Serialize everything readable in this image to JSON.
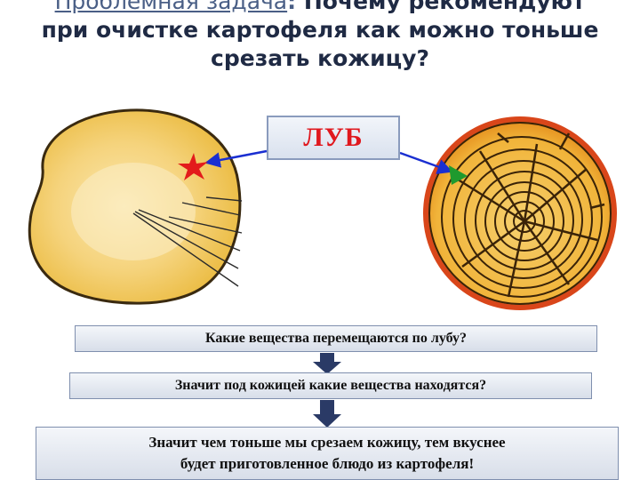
{
  "title": {
    "lead": "Проблемная задача",
    "colon": ":",
    "question_line1": " Почему рекомендуют",
    "question_line2": "при очистке картофеля как можно тоньше",
    "question_line3": "срезать кожицу?"
  },
  "label": {
    "lub": "ЛУБ"
  },
  "steps": {
    "step1": "Какие вещества перемещаются по лубу?",
    "step2": "Значит под кожицей какие вещества находятся?",
    "step3_line1": "Значит чем тоньше мы срезаем кожицу, тем вкуснее",
    "step3_line2": "будет приготовленное блюдо из картофеля!"
  },
  "colors": {
    "title_lead": "#4a5f86",
    "title_text": "#1f2a44",
    "lub_text": "#e0181e",
    "arrow_blue": "#1a2fd1",
    "star_red": "#e31b1b",
    "marker_green": "#1f9a2e",
    "potato_fill": "#f4d37a",
    "potato_outline": "#3a2a10",
    "wood_fill": "#f2b53a",
    "wood_ring": "#3a2308",
    "wood_bark": "#e04a12"
  },
  "icons": {
    "star": "red-star-icon",
    "marker": "green-triangle-icon",
    "arrows": "blue-arrow-icon",
    "down": "down-arrow-icon"
  }
}
